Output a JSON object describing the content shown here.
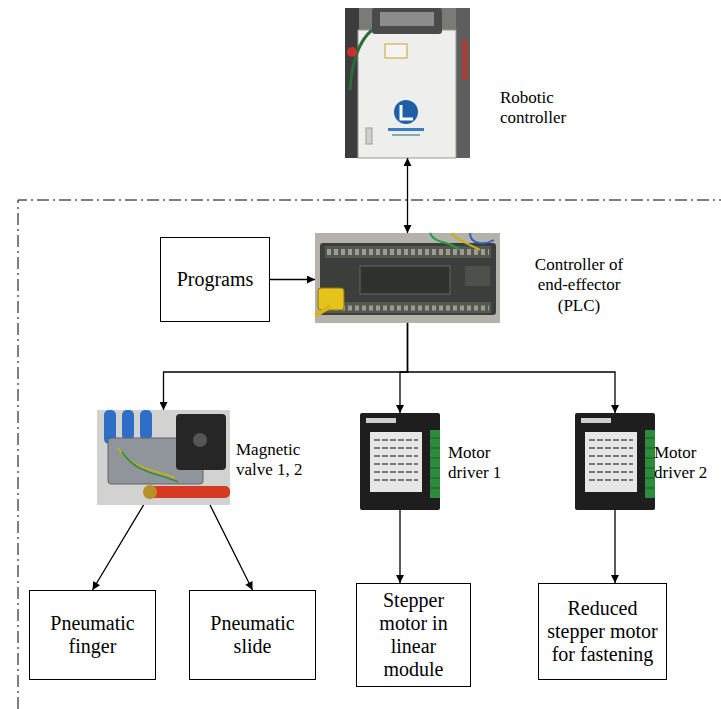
{
  "diagram": {
    "nodes": [
      {
        "text": [
          "Robotic controller"
        ]
      },
      {
        "text": [
          "Programs"
        ]
      },
      {
        "text": [
          "Controller of end-effector (PLC)"
        ]
      },
      {
        "text": [
          "Magnetic valve 1, 2"
        ]
      },
      {
        "text": [
          "Motor driver 1"
        ]
      },
      {
        "text": [
          "Motor driver 2"
        ]
      },
      {
        "text": [
          "Pneumatic finger"
        ]
      },
      {
        "text": [
          "Pneumatic slide"
        ]
      },
      {
        "text": [
          "Stepper motor in linear module"
        ]
      },
      {
        "text": [
          "Reduced stepper motor for fastening"
        ]
      }
    ],
    "edges": [
      {
        "from": 0,
        "to": 2,
        "arrow": "both"
      },
      {
        "from": 1,
        "to": 2,
        "arrow": "to"
      },
      {
        "from": 2,
        "to": 3,
        "arrow": "to"
      },
      {
        "from": 2,
        "to": 4,
        "arrow": "to"
      },
      {
        "from": 2,
        "to": 5,
        "arrow": "to"
      },
      {
        "from": 3,
        "to": 6,
        "arrow": "to"
      },
      {
        "from": 3,
        "to": 7,
        "arrow": "to"
      },
      {
        "from": 4,
        "to": 8,
        "arrow": "to"
      },
      {
        "from": 5,
        "to": 9,
        "arrow": "to"
      }
    ]
  }
}
